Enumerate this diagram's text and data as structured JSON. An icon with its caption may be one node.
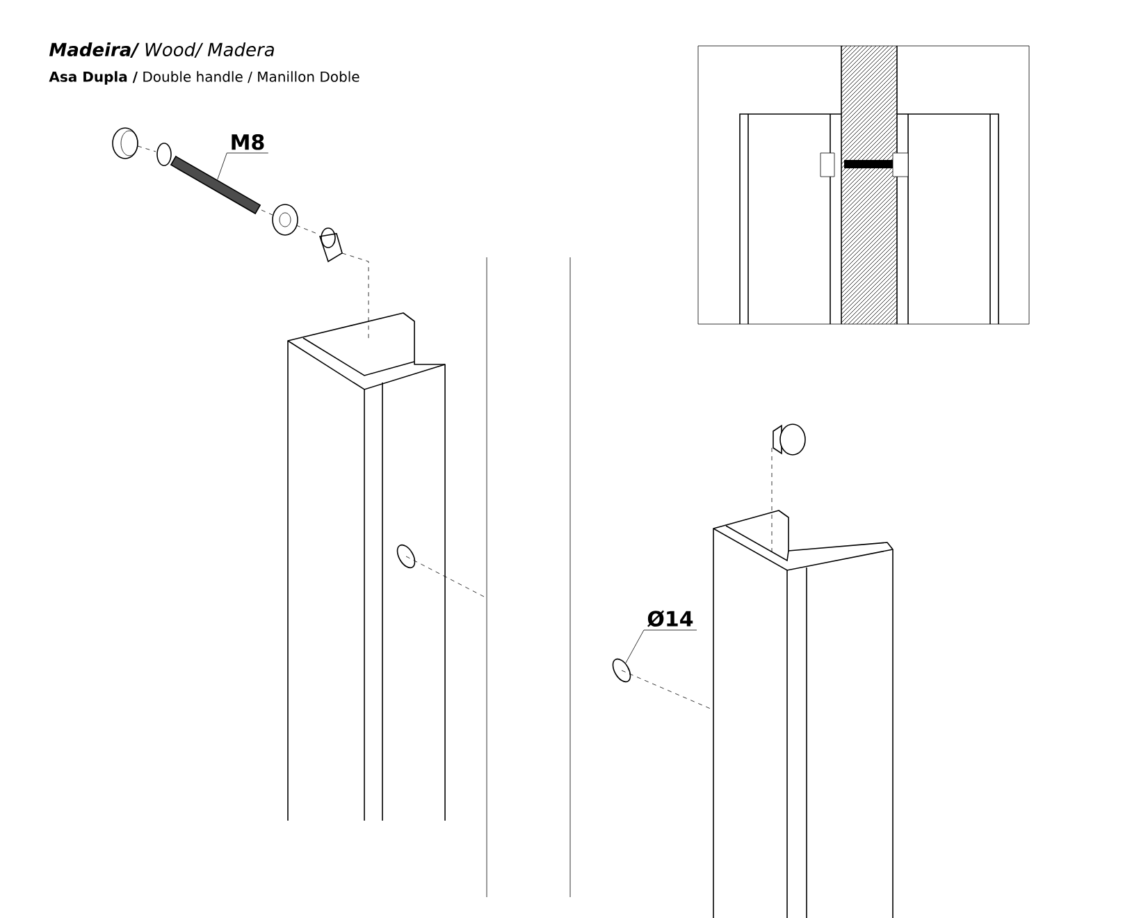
{
  "diagram": {
    "title": "**Madeira/** Wood/ Madera",
    "nodes": [
      {
        "text": [
          "M8"
        ]
      },
      {
        "text": [],
        "shape": "picture"
      },
      {
        "text": [
          "Ø14"
        ]
      },
      {
        "text": [],
        "shape": "circle"
      },
      {
        "text": [],
        "shape": "circle"
      }
    ],
    "edges": [
      {
        "from": 0,
        "to": 1,
        "arrow": "none"
      },
      {
        "from": 2,
        "to": 3,
        "arrow": "none"
      }
    ],
    "labels": [
      "**Asa  Dupla /** Double handle / Manillon Doble"
    ]
  }
}
